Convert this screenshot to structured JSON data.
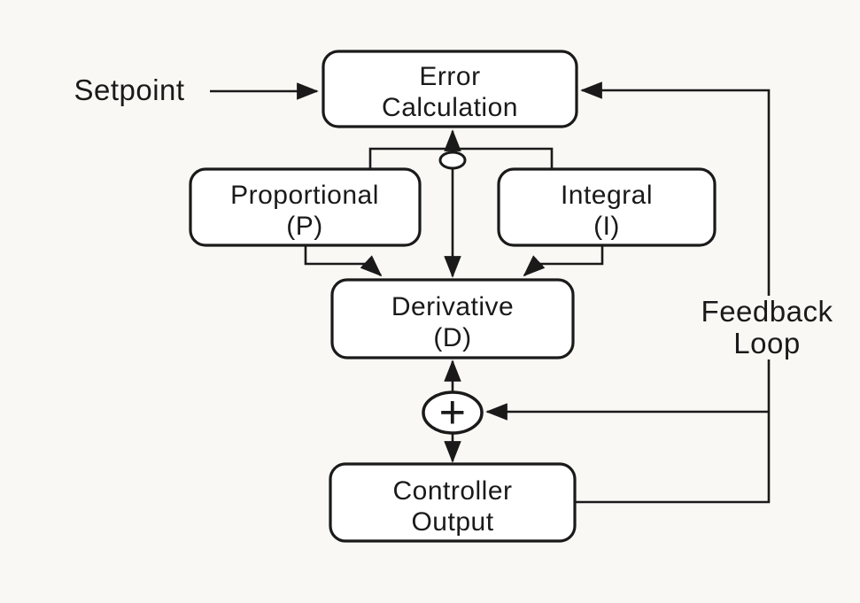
{
  "colors": {
    "background": "#faf8f4",
    "stroke": "#1a1a1a",
    "box_fill": "#ffffff"
  },
  "labels": {
    "setpoint": "Setpoint",
    "feedback": {
      "line1": "Feedback",
      "line2": "Loop"
    },
    "sum": "+"
  },
  "nodes": {
    "error_calculation": {
      "line1": "Error",
      "line2": "Calculation"
    },
    "proportional": {
      "line1": "Proportional",
      "line2": "(P)"
    },
    "integral": {
      "line1": "Integral",
      "line2": "(I)"
    },
    "derivative": {
      "line1": "Derivative",
      "line2": "(D)"
    },
    "controller_output": {
      "line1": "Controller",
      "line2": "Output"
    }
  }
}
